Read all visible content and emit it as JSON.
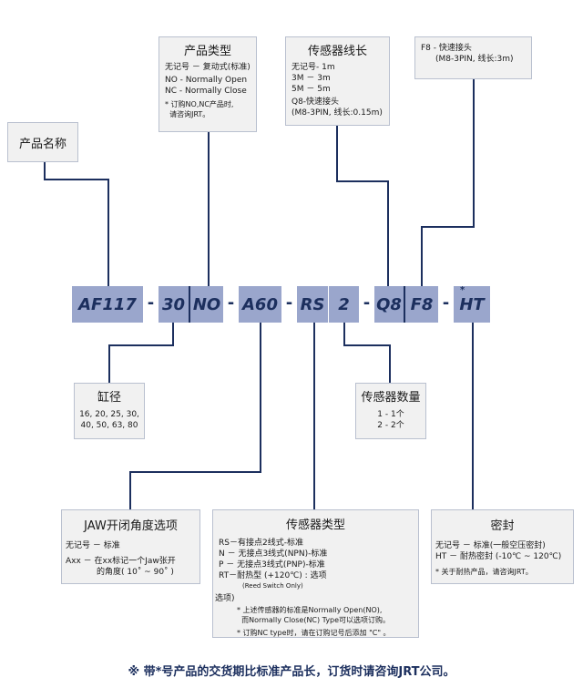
{
  "code": {
    "parts": [
      "AF117",
      "30",
      "NO",
      "A60",
      "RS",
      "2",
      "Q8",
      "F8",
      "HT"
    ],
    "dash": "-",
    "star": "*"
  },
  "product_name": {
    "title": "产品名称"
  },
  "product_type": {
    "title": "产品类型",
    "lines": [
      "无记号 － 复动式(标准)",
      "NO - Normally Open",
      "NC - Normally Close"
    ],
    "note": [
      "* 订购NO,NC产品时,",
      "  请咨询JRT。"
    ]
  },
  "sensor_cable": {
    "title": "传感器线长",
    "lines": [
      "无记号- 1m",
      "3M － 3m",
      "5M － 5m",
      "Q8-快速接头",
      "(M8-3PIN, 线长:0.15m)"
    ]
  },
  "connector": {
    "lines": [
      "F8 - 快速接头",
      "(M8-3PIN, 线长:3m)"
    ]
  },
  "bore": {
    "title": "缸径",
    "lines": [
      "16, 20, 25, 30,",
      "40, 50, 63, 80"
    ]
  },
  "sensor_qty": {
    "title": "传感器数量",
    "lines": [
      "1 - 1个",
      "2 - 2个"
    ]
  },
  "jaw_angle": {
    "title": "JAW开闭角度选项",
    "line1": "无记号 － 标准",
    "line2a": "Axx － 在xx标记一个Jaw张开",
    "line2b": "的角度( 10˚ ~ 90˚ )"
  },
  "sensor_type": {
    "title": "传感器类型",
    "lines": [
      "RS－有接点2线式-标准",
      "N － 无接点3线式(NPN)-标准",
      "P － 无接点3线式(PNP)-标准",
      "RT－耐热型 (+120℃) : 选项"
    ],
    "reed": "(Reed Switch Only)",
    "option_label": "选项)",
    "notes": [
      "* 上述传感器的标准是Normally Open(NO),",
      "  而Normally Close(NC) Type可以选项订购。",
      "* 订购NC type时，请在订购记号后添加 \"C\" 。"
    ]
  },
  "seal": {
    "title": "密封",
    "lines": [
      "无记号 － 标准(一般空压密封)",
      "HT － 耐热密封 (-10℃ ~ 120℃)"
    ],
    "note": "* 关于耐热产品，请咨询JRT。"
  },
  "footer": "※  带*号产品的交货期比标准产品长，订货时请咨询JRT公司。"
}
